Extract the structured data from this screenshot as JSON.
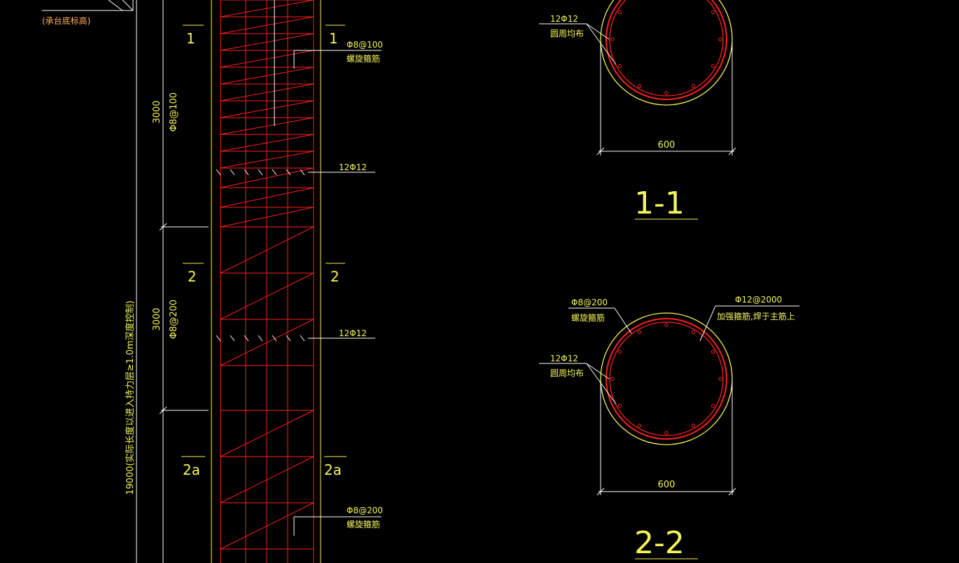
{
  "colors": {
    "background": "#000000",
    "rebar": "#ff2020",
    "annotation": "#f5f55a",
    "dimension_line": "#ffffff",
    "cap_note": "#ffb060"
  },
  "elevation": {
    "cap_note": "(承台底标高)",
    "total_length": "19000(实际长度以进入持力层≥1.0m深度控制)",
    "dim_upper": "3000",
    "dim_middle": "3000",
    "stirrup_upper": "Φ8@100",
    "stirrup_middle": "Φ8@200",
    "cut_1": "1",
    "cut_2": "2",
    "cut_2a": "2a",
    "callout_top_spec": "Φ8@100",
    "callout_top_desc": "螺旋箍筋",
    "callout_bottom_spec": "Φ8@200",
    "callout_bottom_desc": "螺旋箍筋",
    "main_bar_upper": "12Φ12",
    "main_bar_lower": "12Φ12"
  },
  "section_1_1": {
    "title": "1-1",
    "main_bar_spec": "12Φ12",
    "main_bar_desc": "圆周均布",
    "diameter": "600"
  },
  "section_2_2": {
    "title": "2-2",
    "stirrup_spec": "Φ8@200",
    "stirrup_desc": "螺旋箍筋",
    "main_bar_spec": "12Φ12",
    "main_bar_desc": "圆周均布",
    "ring_spec": "Φ12@2000",
    "ring_desc": "加强箍筋,焊于主筋上",
    "diameter": "600"
  }
}
